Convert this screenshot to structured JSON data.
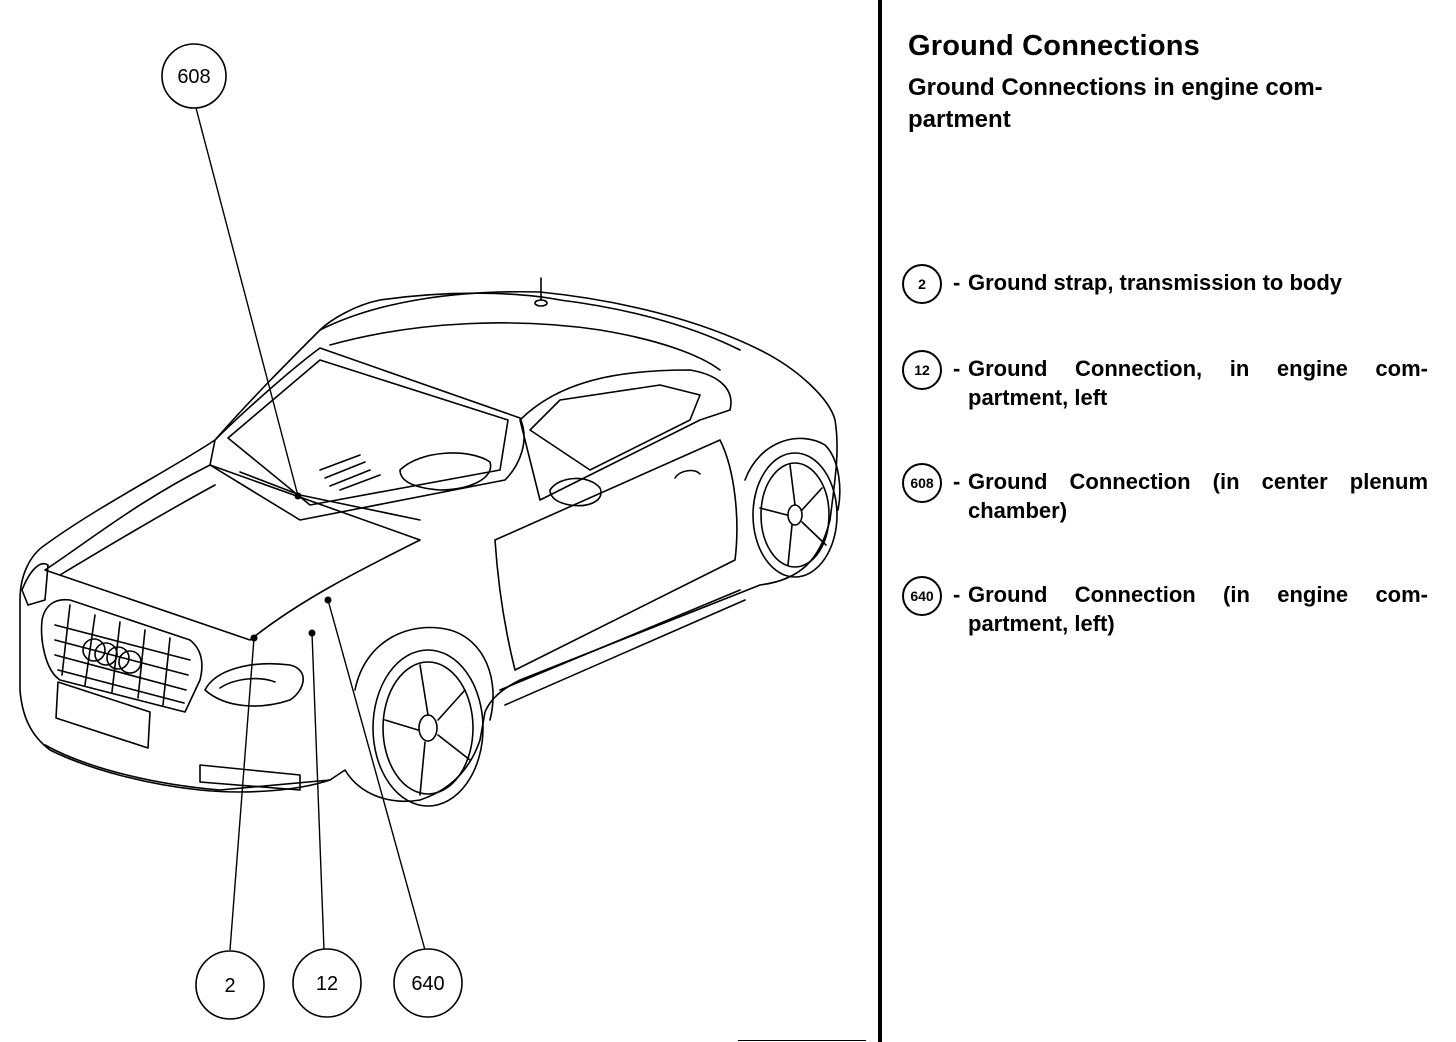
{
  "heading": {
    "title": "Ground Connections",
    "subtitle": "Ground Connections in engine com-partment"
  },
  "legend": [
    {
      "number": "2",
      "description": "Ground strap, transmission to body"
    },
    {
      "number": "12",
      "description": "Ground Connection, in engine com-partment, left"
    },
    {
      "number": "608",
      "description": "Ground Connection (in center plenum chamber)"
    },
    {
      "number": "640",
      "description": "Ground Connection (in engine com-partment, left)"
    }
  ],
  "callouts": [
    {
      "number": "608"
    },
    {
      "number": "2"
    },
    {
      "number": "12"
    },
    {
      "number": "640"
    }
  ],
  "legend_dash": "-"
}
